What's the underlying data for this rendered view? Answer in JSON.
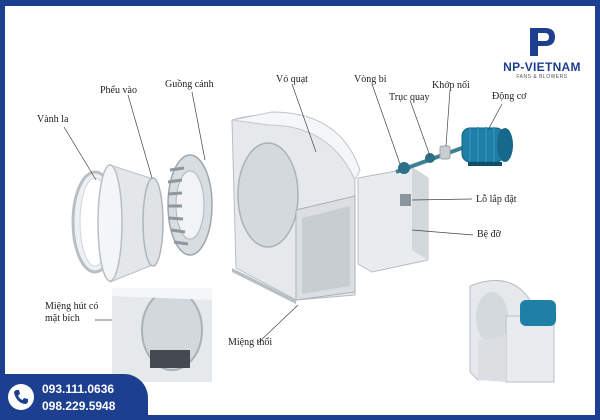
{
  "brand": {
    "name": "NP-VIETNAM",
    "tagline": "FANS & BLOWERS",
    "color": "#1d3f8f"
  },
  "labels": {
    "vanh_la": "Vành la",
    "pheu_vao": "Phểu vào",
    "guong_canh": "Guồng cánh",
    "vo_quat": "Vỏ quạt",
    "vong_bi": "Vòng bi",
    "truc_quay": "Trục quay",
    "khop_noi": "Khớp nối",
    "dong_co": "Động cơ",
    "lo_lap_dat": "Lỗ lắp đặt",
    "be_do": "Bệ đỡ",
    "mieng_hut": "Miệng hút có mặt bích",
    "mieng_thoi": "Miệng thổi"
  },
  "contact": {
    "phone_1": "093.111.0636",
    "phone_2": "098.229.5948"
  },
  "icons": [
    "phone-icon",
    "logo-icon"
  ],
  "colors": {
    "metal": "#e6e9ec",
    "metal_shade": "#cfd4d9",
    "motor": "#1f7fa6"
  }
}
